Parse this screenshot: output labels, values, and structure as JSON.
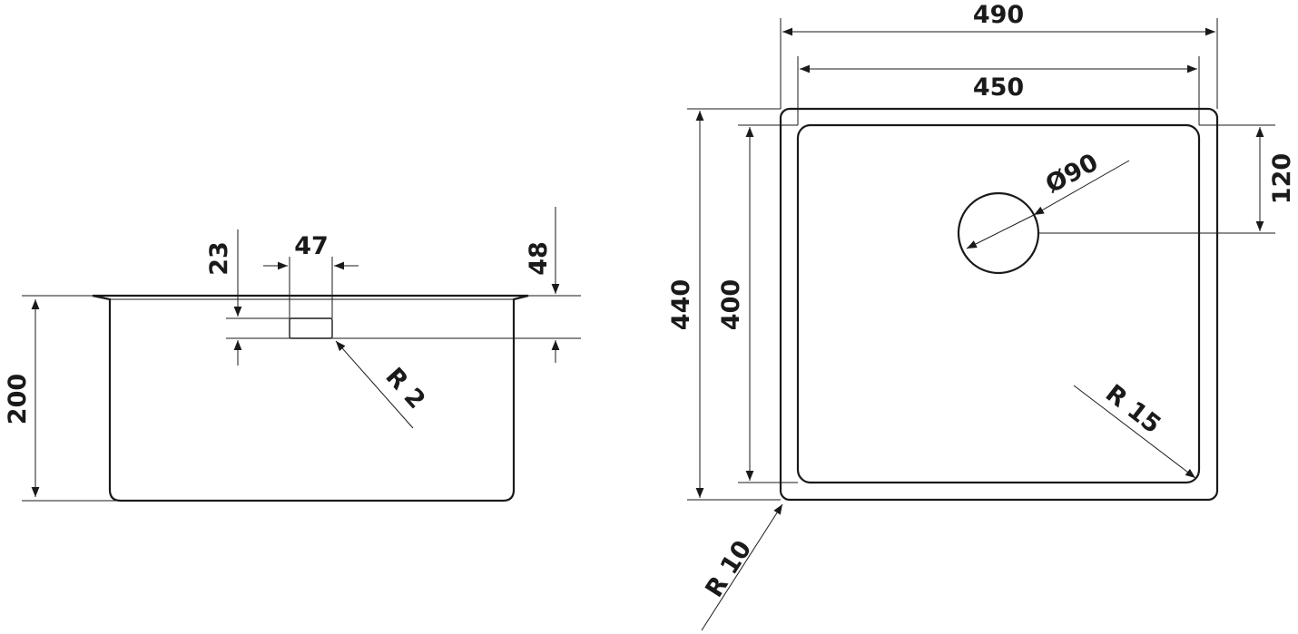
{
  "side_view": {
    "height": "200",
    "outlet_depth": "23",
    "outlet_width": "47",
    "rim_height": "48",
    "corner_radius": "R 2"
  },
  "top_view": {
    "outer_width": "490",
    "inner_width": "450",
    "outer_depth": "440",
    "inner_depth": "400",
    "drain_offset": "120",
    "drain_diameter": "Ø90",
    "inner_radius": "R 15",
    "outer_radius": "R 10"
  }
}
